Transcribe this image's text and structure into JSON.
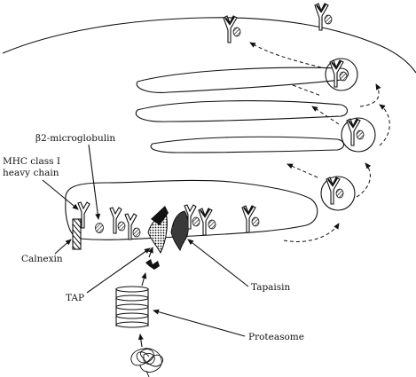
{
  "labels": {
    "b2m": "β2-microglobulin",
    "mhc_line1": "MHC class I",
    "mhc_line2": "heavy chain",
    "calnexin": "Calnexin",
    "tap": "TAP",
    "tapasin": "Tapaisin",
    "proteasome": "Proteasome"
  }
}
